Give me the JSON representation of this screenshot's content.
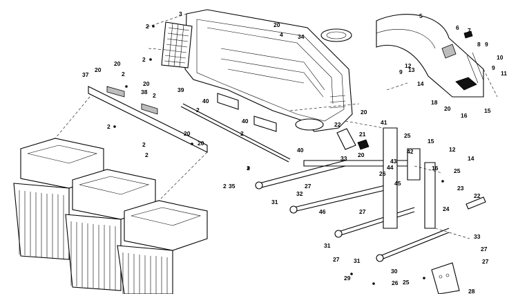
{
  "callouts": [
    {
      "id": "c-2a",
      "text": "2"
    },
    {
      "id": "c-3",
      "text": "3"
    },
    {
      "id": "c-20a",
      "text": "20"
    },
    {
      "id": "c-4",
      "text": "4"
    },
    {
      "id": "c-34",
      "text": "34"
    },
    {
      "id": "c-2b",
      "text": "2"
    },
    {
      "id": "c-5",
      "text": "5"
    },
    {
      "id": "c-6",
      "text": "6"
    },
    {
      "id": "c-7",
      "text": "7"
    },
    {
      "id": "c-8",
      "text": "8"
    },
    {
      "id": "c-9a",
      "text": "9"
    },
    {
      "id": "c-10",
      "text": "10"
    },
    {
      "id": "c-11",
      "text": "11"
    },
    {
      "id": "c-9b",
      "text": "9"
    },
    {
      "id": "c-37",
      "text": "37"
    },
    {
      "id": "c-20b",
      "text": "20"
    },
    {
      "id": "c-20c",
      "text": "20"
    },
    {
      "id": "c-2c",
      "text": "2"
    },
    {
      "id": "c-20d",
      "text": "20"
    },
    {
      "id": "c-38",
      "text": "38"
    },
    {
      "id": "c-2d",
      "text": "2"
    },
    {
      "id": "c-39",
      "text": "39"
    },
    {
      "id": "c-40a",
      "text": "40"
    },
    {
      "id": "c-2e",
      "text": "2"
    },
    {
      "id": "c-12a",
      "text": "12"
    },
    {
      "id": "c-13",
      "text": "13"
    },
    {
      "id": "c-9c",
      "text": "9"
    },
    {
      "id": "c-14a",
      "text": "14"
    },
    {
      "id": "c-20e",
      "text": "20"
    },
    {
      "id": "c-18",
      "text": "18"
    },
    {
      "id": "c-20f",
      "text": "20"
    },
    {
      "id": "c-16a",
      "text": "16"
    },
    {
      "id": "c-15a",
      "text": "15"
    },
    {
      "id": "c-2f",
      "text": "2"
    },
    {
      "id": "c-20g",
      "text": "20"
    },
    {
      "id": "c-40b",
      "text": "40"
    },
    {
      "id": "c-2g",
      "text": "2"
    },
    {
      "id": "c-22a",
      "text": "22"
    },
    {
      "id": "c-21",
      "text": "21"
    },
    {
      "id": "c-41",
      "text": "41"
    },
    {
      "id": "c-25a",
      "text": "25"
    },
    {
      "id": "c-20h",
      "text": "20"
    },
    {
      "id": "c-15b",
      "text": "15"
    },
    {
      "id": "c-12b",
      "text": "12"
    },
    {
      "id": "c-16b",
      "text": "16"
    },
    {
      "id": "c-14b",
      "text": "14"
    },
    {
      "id": "c-2h",
      "text": "2"
    },
    {
      "id": "c-40c",
      "text": "40"
    },
    {
      "id": "c-20i",
      "text": "20"
    },
    {
      "id": "c-2i",
      "text": "2"
    },
    {
      "id": "c-2j",
      "text": "2"
    },
    {
      "id": "c-33a",
      "text": "33"
    },
    {
      "id": "c-42",
      "text": "42"
    },
    {
      "id": "c-43",
      "text": "43"
    },
    {
      "id": "c-44",
      "text": "44"
    },
    {
      "id": "c-26a",
      "text": "26"
    },
    {
      "id": "c-45",
      "text": "45"
    },
    {
      "id": "c-25b",
      "text": "25"
    },
    {
      "id": "c-35",
      "text": "35"
    },
    {
      "id": "c-27a",
      "text": "27"
    },
    {
      "id": "c-32",
      "text": "32"
    },
    {
      "id": "c-31a",
      "text": "31"
    },
    {
      "id": "c-46",
      "text": "46"
    },
    {
      "id": "c-27b",
      "text": "27"
    },
    {
      "id": "c-24",
      "text": "24"
    },
    {
      "id": "c-23",
      "text": "23"
    },
    {
      "id": "c-22b",
      "text": "22"
    },
    {
      "id": "c-31b",
      "text": "31"
    },
    {
      "id": "c-27c",
      "text": "27"
    },
    {
      "id": "c-31c",
      "text": "31"
    },
    {
      "id": "c-33b",
      "text": "33"
    },
    {
      "id": "c-30",
      "text": "30"
    },
    {
      "id": "c-27d",
      "text": "27"
    },
    {
      "id": "c-27e",
      "text": "27"
    },
    {
      "id": "c-29",
      "text": "29"
    },
    {
      "id": "c-26b",
      "text": "26"
    },
    {
      "id": "c-25c",
      "text": "25"
    },
    {
      "id": "c-28",
      "text": "28"
    },
    {
      "id": "c-2k",
      "text": "2"
    }
  ],
  "colors": {
    "ink": "#000000",
    "paper": "#ffffff",
    "shade": "#bdbdbd"
  }
}
